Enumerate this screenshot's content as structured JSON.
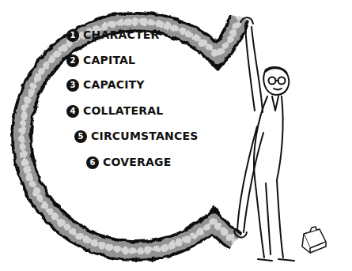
{
  "diagram": {
    "nodes": [
      {
        "text": [
          "1"
        ]
      },
      {
        "text": [
          "2"
        ]
      },
      {
        "text": [
          "3"
        ]
      },
      {
        "text": [
          "4"
        ]
      },
      {
        "text": [
          "5"
        ]
      },
      {
        "text": [
          "6"
        ]
      }
    ],
    "labels": [
      "CHARACTER",
      "CAPITAL",
      "CAPACITY",
      "COLLATERAL",
      "CIRCUMSTANCES",
      "COVERAGE"
    ]
  }
}
